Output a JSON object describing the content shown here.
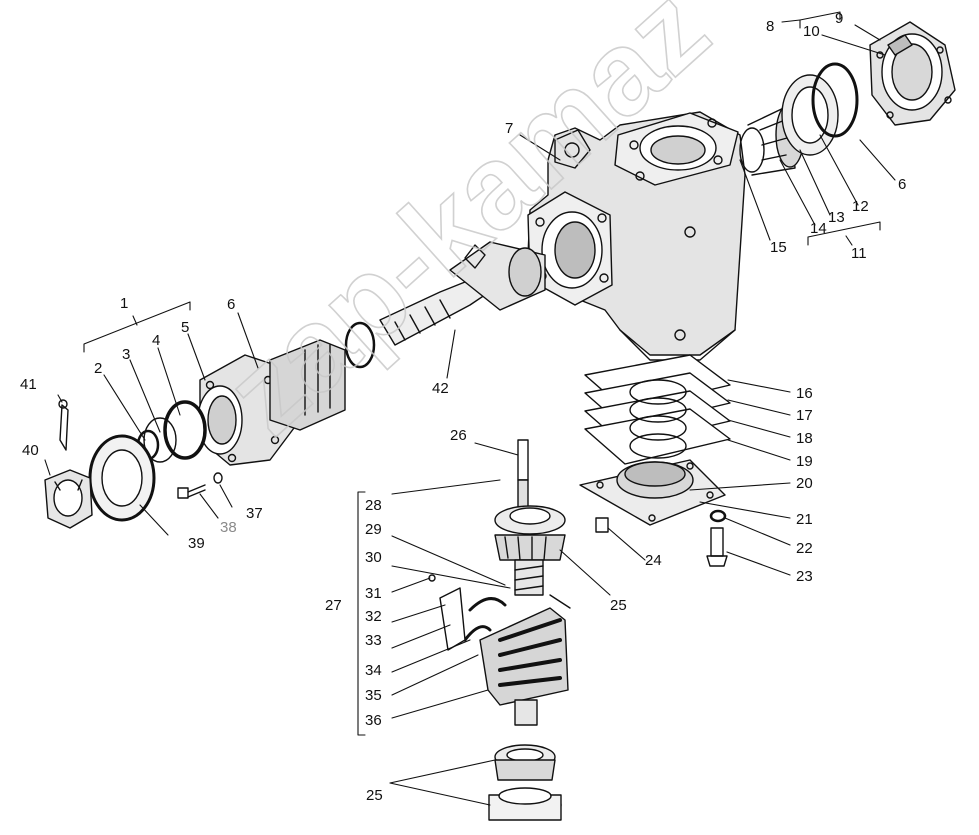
{
  "watermark": "zap-kamaz",
  "labels": {
    "l1": "1",
    "l2": "2",
    "l3": "3",
    "l4": "4",
    "l5": "5",
    "l6a": "6",
    "l6b": "6",
    "l7": "7",
    "l8": "8",
    "l9": "9",
    "l10": "10",
    "l11": "11",
    "l12": "12",
    "l13": "13",
    "l14": "14",
    "l15": "15",
    "l16": "16",
    "l17": "17",
    "l18": "18",
    "l19": "19",
    "l20": "20",
    "l21": "21",
    "l22": "22",
    "l23": "23",
    "l24": "24",
    "l25a": "25",
    "l25b": "25",
    "l26": "26",
    "l27": "27",
    "l28": "28",
    "l29": "29",
    "l30": "30",
    "l31": "31",
    "l32": "32",
    "l33": "33",
    "l34": "34",
    "l35": "35",
    "l36": "36",
    "l37": "37",
    "l38": "38",
    "l39": "39",
    "l40": "40",
    "l41": "41",
    "l42": "42"
  },
  "colors": {
    "line": "#111111",
    "body_fill": "#e4e4e4",
    "watermark": "#c9c9c9"
  }
}
